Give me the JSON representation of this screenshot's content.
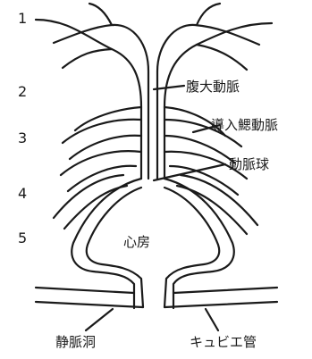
{
  "arch_numbers": [
    "1",
    "2",
    "3",
    "4",
    "5"
  ],
  "labels": {
    "ventral_aorta": "腹大動脈",
    "afferent_branchial_artery": "導入鰓動脈",
    "bulbus_arteriosus": "動脈球",
    "atrium": "心房",
    "sinus_venosus": "静脈洞",
    "cuvierian_duct": "キュビエ管"
  }
}
